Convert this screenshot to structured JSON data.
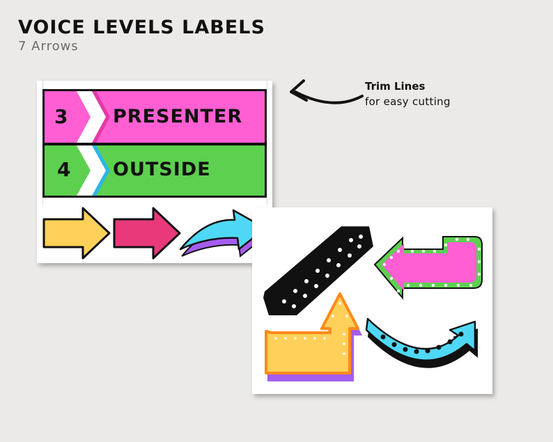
{
  "header": {
    "title": "VOICE LEVELS LABELS",
    "subtitle": "7 Arrows"
  },
  "labels": [
    {
      "number": "3",
      "word": "PRESENTER",
      "color": "#ff5fd2"
    },
    {
      "number": "4",
      "word": "OUTSIDE",
      "color": "#5dd04f"
    }
  ],
  "callout": {
    "title": "Trim Lines",
    "subtitle": "for easy cutting"
  },
  "colors": {
    "background": "#ebeae8",
    "yellow": "#ffd15a",
    "pink": "#e8397a",
    "cyan": "#4fd8f5",
    "purple": "#a45df0",
    "magenta": "#ff5fd2",
    "green": "#5dd04f",
    "orange": "#ff8a1a",
    "black": "#111111"
  },
  "icons": [
    "arrow-curved-left-icon",
    "yellow-arrow-icon",
    "pink-arrow-icon",
    "cyan-curved-arrow-icon",
    "black-dotted-arrow-icon",
    "pink-u-turn-arrow-icon",
    "yellow-bent-arrow-icon",
    "cyan-arc-arrow-icon"
  ]
}
